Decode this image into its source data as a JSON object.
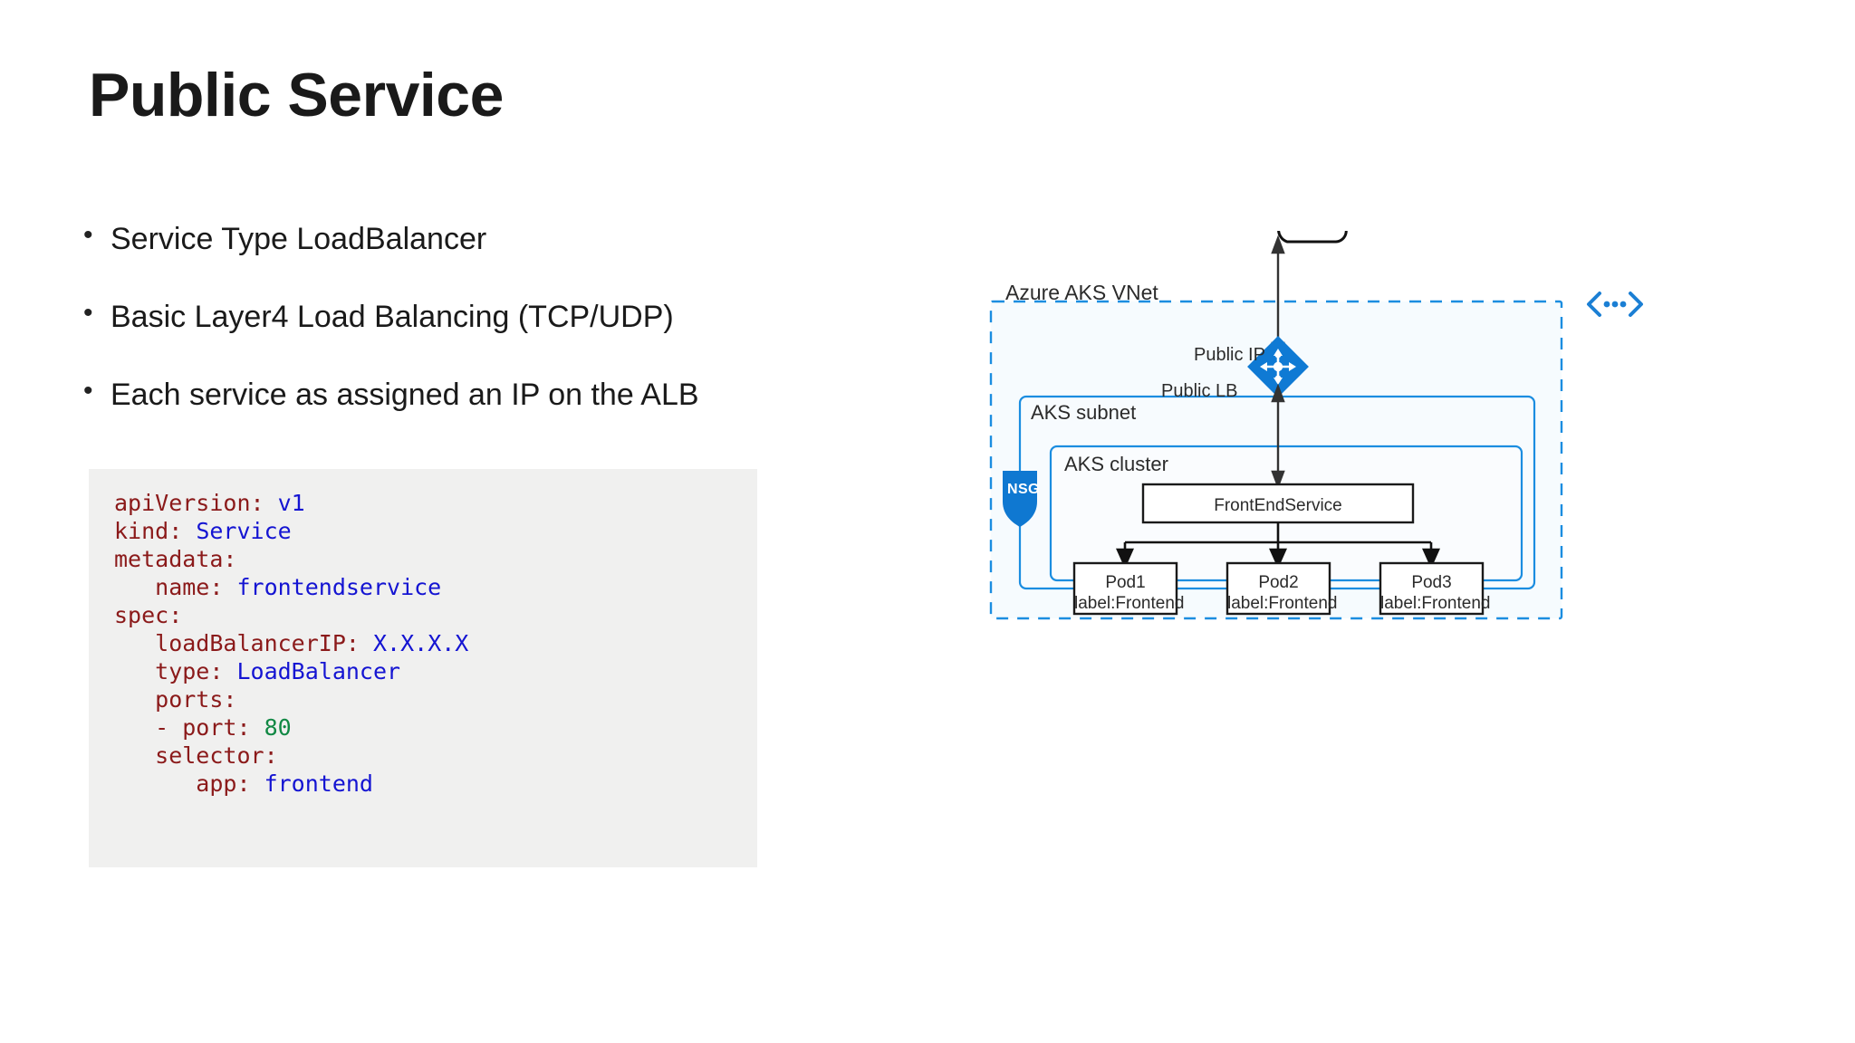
{
  "slide": {
    "title": "Public Service",
    "bullets": [
      "Service Type LoadBalancer",
      "Basic Layer4 Load Balancing (TCP/UDP)",
      "Each service as assigned an IP on the ALB"
    ],
    "bullet_marker": "•"
  },
  "code": {
    "language": "yaml",
    "lines": [
      {
        "indent": 0,
        "key": "apiVersion",
        "sep": ": ",
        "value": "v1",
        "value_type": "string"
      },
      {
        "indent": 0,
        "key": "kind",
        "sep": ": ",
        "value": "Service",
        "value_type": "string"
      },
      {
        "indent": 0,
        "key": "metadata",
        "sep": ":",
        "value": "",
        "value_type": "none"
      },
      {
        "indent": 1,
        "key": "name",
        "sep": ": ",
        "value": "frontendservice",
        "value_type": "string"
      },
      {
        "indent": 0,
        "key": "spec",
        "sep": ":",
        "value": "",
        "value_type": "none"
      },
      {
        "indent": 1,
        "key": "loadBalancerIP",
        "sep": ": ",
        "value": "X.X.X.X",
        "value_type": "string"
      },
      {
        "indent": 1,
        "key": "type",
        "sep": ": ",
        "value": "LoadBalancer",
        "value_type": "string"
      },
      {
        "indent": 1,
        "key": "ports",
        "sep": ":",
        "value": "",
        "value_type": "none"
      },
      {
        "indent": 1,
        "key": "- port",
        "sep": ": ",
        "value": "80",
        "value_type": "number"
      },
      {
        "indent": 1,
        "key": "selector",
        "sep": ":",
        "value": "",
        "value_type": "none"
      },
      {
        "indent": 2,
        "key": "app",
        "sep": ": ",
        "value": "frontend",
        "value_type": "string"
      }
    ],
    "raw": "apiVersion: v1\nkind: Service\nmetadata:\n   name: frontendservice\nspec:\n   loadBalancerIP: X.X.X.X\n   type: LoadBalancer\n   ports:\n   - port: 80\n   selector:\n      app: frontend",
    "background": "#f0f0ef",
    "key_color": "#8b1a1a",
    "string_color": "#1414d2",
    "number_color": "#118844"
  },
  "diagram": {
    "vnet_label": "Azure AKS VNet",
    "subnet_label": "AKS subnet",
    "cluster_label": "AKS cluster",
    "public_ip_label": "Public IP",
    "public_lb_label": "Public LB",
    "nsg_label": "NSG",
    "service_box": "FrontEndService",
    "pods": [
      {
        "name": "Pod1",
        "label": "label:Frontend"
      },
      {
        "name": "Pod2",
        "label": "label:Frontend"
      },
      {
        "name": "Pod3",
        "label": "label:Frontend"
      }
    ],
    "colors": {
      "azure_blue": "#0f7ad4",
      "vnet_fill": "#f6fbfe",
      "subnet_stroke": "#1b8de0",
      "outline_black": "#1a1a1a",
      "nsg_fill": "#0f78d1"
    },
    "icons": {
      "cloud": "cloud-icon",
      "load_balancer": "load-balancer-icon",
      "nsg_shield": "shield-icon",
      "code_chevrons": "chevrons-ellipsis-icon"
    }
  }
}
